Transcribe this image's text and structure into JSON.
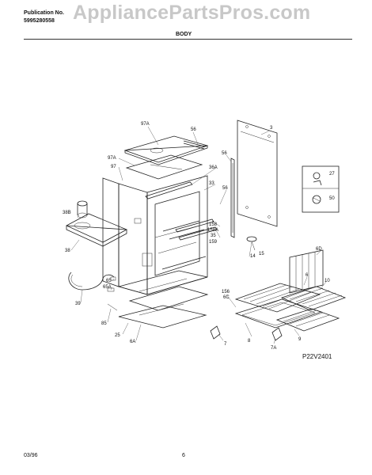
{
  "header": {
    "publication_label": "Publication No.",
    "publication_number": "5995280558",
    "watermark": "AppliancePartsPros.com",
    "section_title": "BODY"
  },
  "diagram": {
    "code": "P22V2401",
    "labels": {
      "l97a_top": "97A",
      "l56_top": "56",
      "l3": "3",
      "l97a": "97A",
      "l97": "97",
      "l56_side": "56",
      "l36a": "36A",
      "l33": "33",
      "l56_mid": "56",
      "l27": "27",
      "l50": "50",
      "l38b": "38B",
      "l38": "38",
      "l158": "158",
      "l158a": "158A",
      "l35": "35",
      "l159": "159",
      "l14": "14",
      "l15": "15",
      "l6d": "6D",
      "l6": "6",
      "l10": "10",
      "l65": "65",
      "l65a": "65A",
      "l39": "39",
      "l156": "156",
      "l6c": "6C",
      "l85": "85",
      "l25": "25",
      "l6a": "6A",
      "l8": "8",
      "l7": "7",
      "l7a": "7A",
      "l9": "9"
    }
  },
  "footer": {
    "date": "03/96",
    "page": "6"
  }
}
